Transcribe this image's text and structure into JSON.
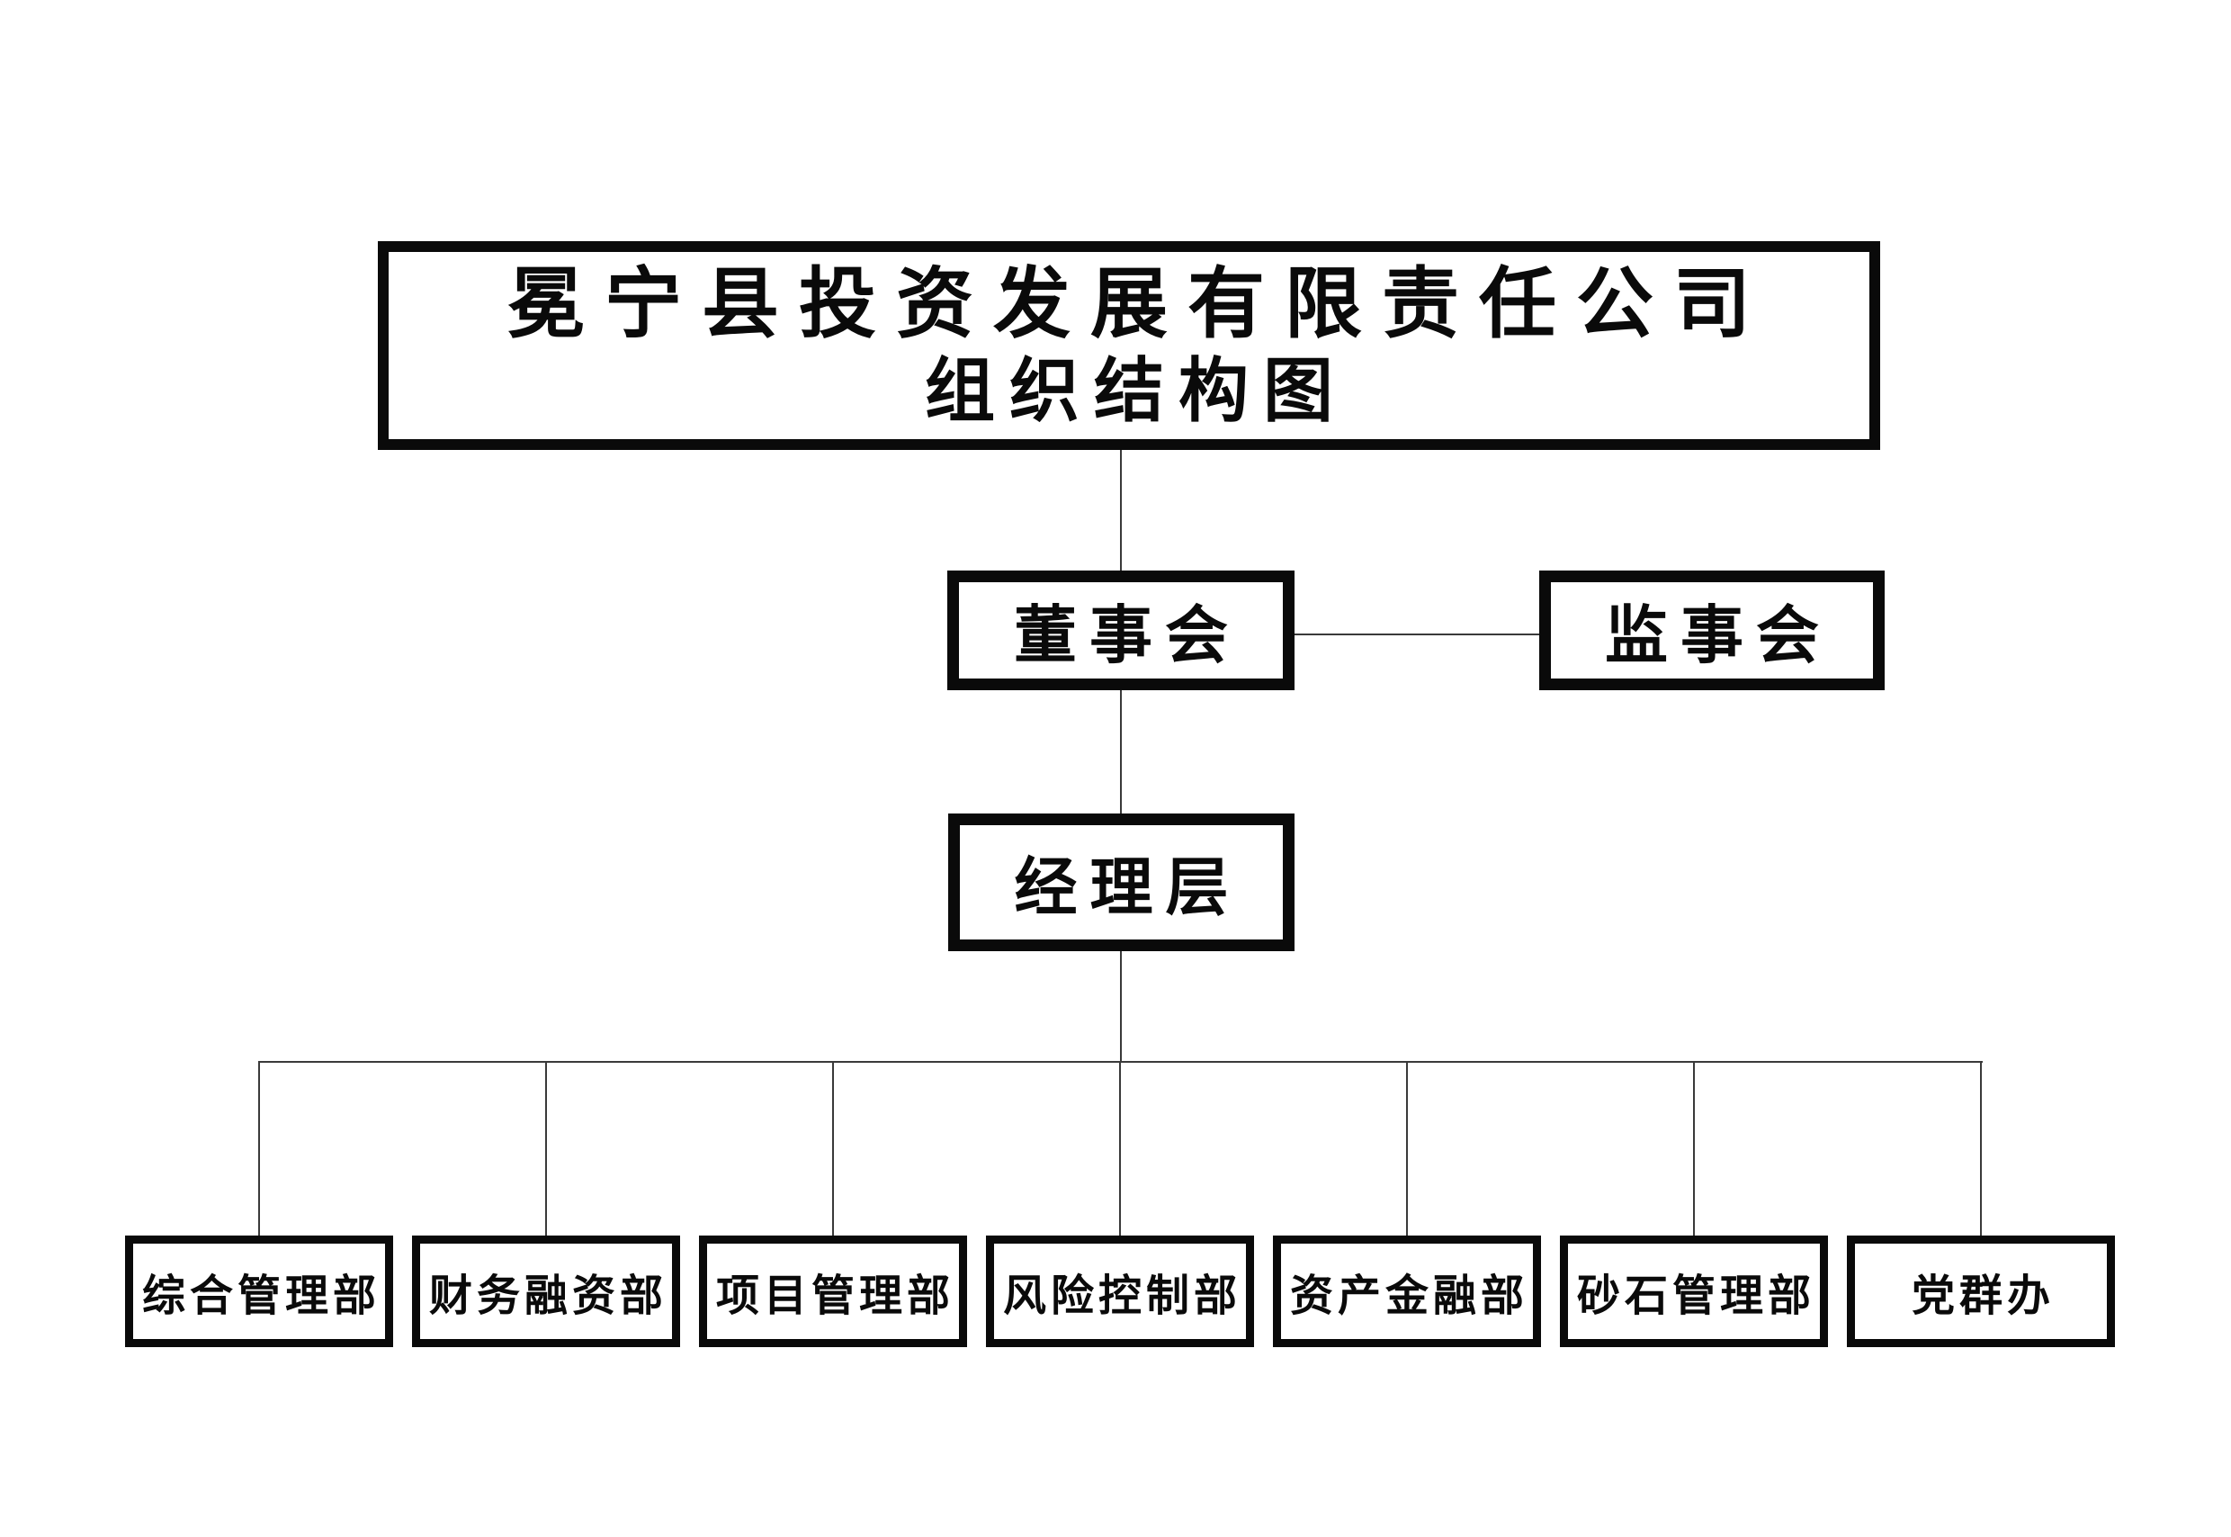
{
  "page": {
    "background_color": "#ffffff",
    "box_border_color": "#0a0a0a",
    "connector_color": "#3a3a3a",
    "text_color": "#0a0a0a"
  },
  "org_chart": {
    "title": {
      "line1": "冕宁县投资发展有限责任公司",
      "line2": "组织结构图"
    },
    "level2": {
      "board": "董事会",
      "supervisory": "监事会"
    },
    "level3": {
      "management": "经理层"
    },
    "departments": [
      {
        "label": "综合管理部"
      },
      {
        "label": "财务融资部"
      },
      {
        "label": "项目管理部"
      },
      {
        "label": "风险控制部"
      },
      {
        "label": "资产金融部"
      },
      {
        "label": "砂石管理部"
      },
      {
        "label": "党群办"
      }
    ],
    "hierarchy": [
      {
        "from": "title",
        "to": "board"
      },
      {
        "from": "board",
        "to": "supervisory"
      },
      {
        "from": "board",
        "to": "management"
      },
      {
        "from": "management",
        "to": "departments"
      }
    ]
  }
}
